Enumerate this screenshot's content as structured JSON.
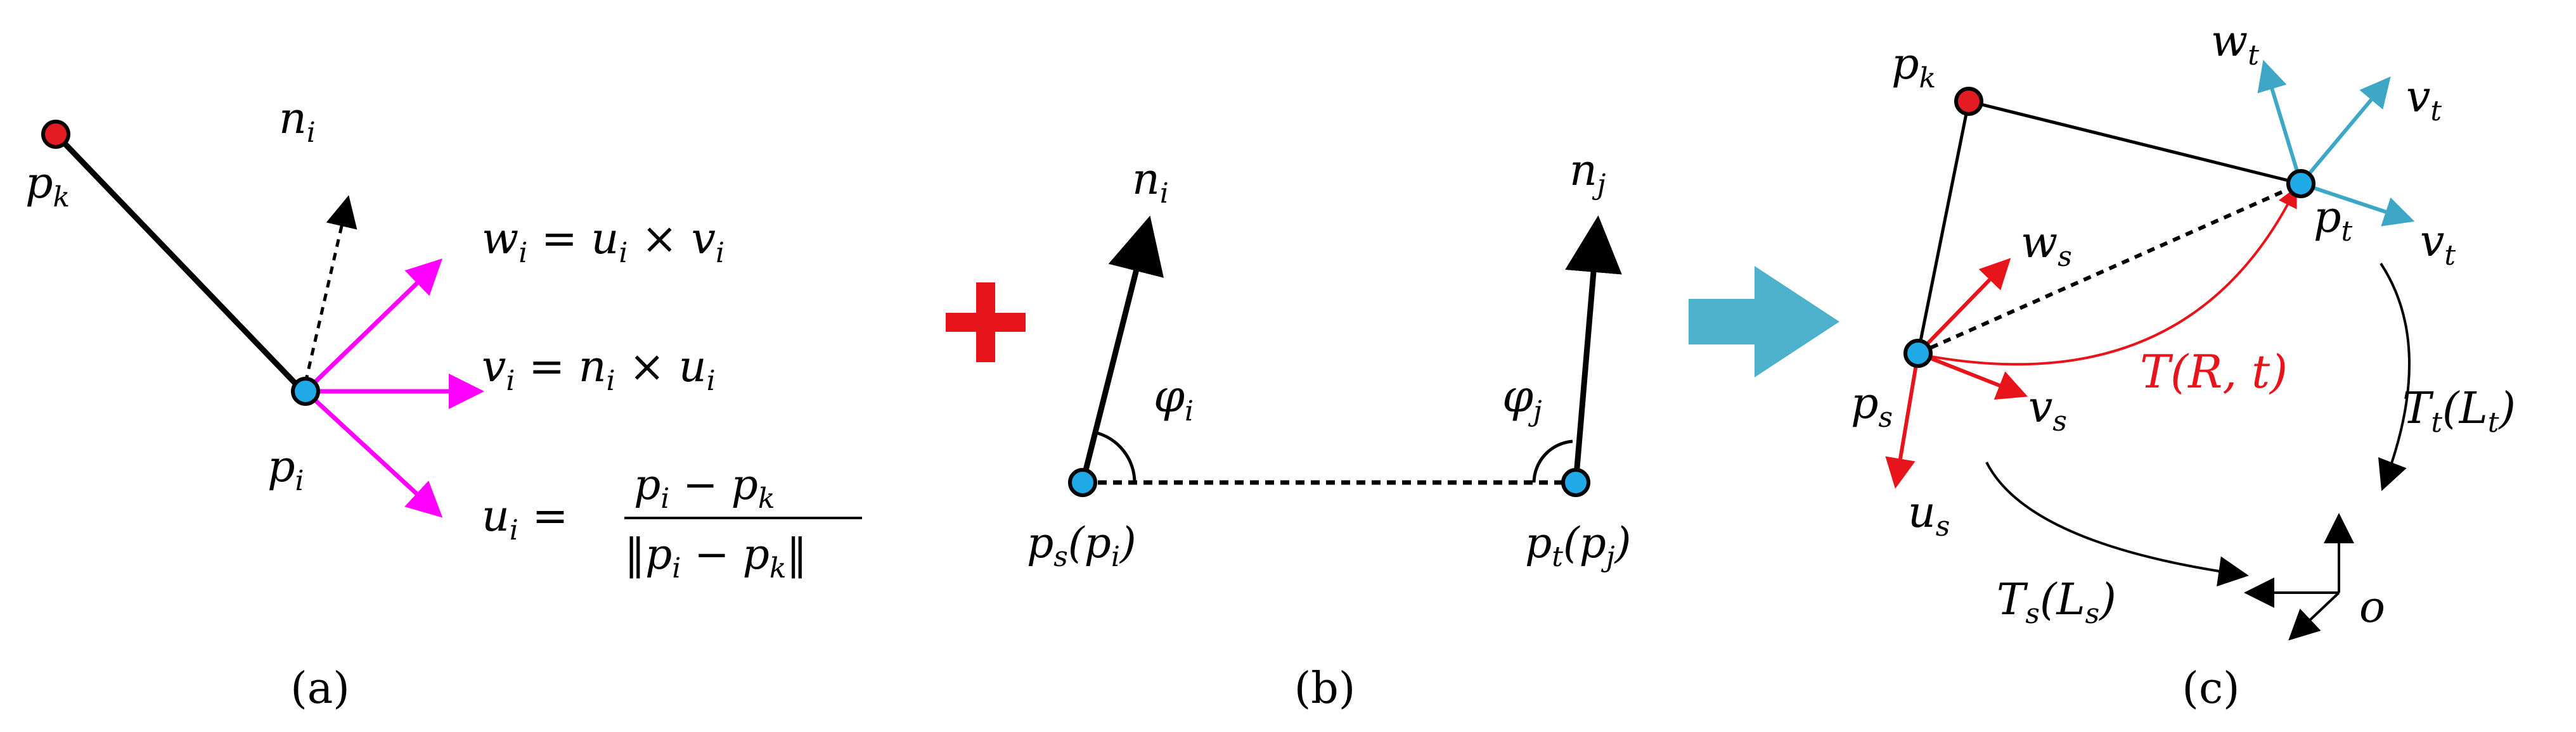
{
  "colors": {
    "black": "#000000",
    "magenta": "#ff00ff",
    "red": "#e8141c",
    "blue_point": "#1fa9e6",
    "red_point": "#e31b23",
    "teal_arrow": "#3fa7c6",
    "red_plus": "#e8141c"
  },
  "panel_a": {
    "pk": {
      "base": "p",
      "sub": "k"
    },
    "ni": {
      "base": "n",
      "sub": "i"
    },
    "pi": {
      "base": "p",
      "sub": "i"
    },
    "wi_eq": {
      "base": "w",
      "sub": "i",
      "rhs": " = u",
      "rhs_sub": "i",
      "op": " × v",
      "op_sub": "i"
    },
    "vi_eq": {
      "base": "v",
      "sub": "i",
      "rhs": " = n",
      "rhs_sub": "i",
      "op": " × u",
      "op_sub": "i"
    },
    "ui_eq": {
      "base": "u",
      "sub": "i",
      "equals": " = ",
      "num_a": "p",
      "num_a_sub": "i",
      "num_minus": " − p",
      "num_b_sub": "k",
      "den_open": "‖p",
      "den_a_sub": "i",
      "den_minus": " − p",
      "den_b_sub": "k",
      "den_close": "‖"
    },
    "caption": "(a)"
  },
  "plus_icon": "plus-icon",
  "panel_b": {
    "ni": {
      "base": "n",
      "sub": "i"
    },
    "nj": {
      "base": "n",
      "sub": "j"
    },
    "phi_i": {
      "base": "φ",
      "sub": "i"
    },
    "phi_j": {
      "base": "φ",
      "sub": "j"
    },
    "ps": {
      "base": "p",
      "sub": "s",
      "paren_open": "(p",
      "paren_sub": "i",
      "paren_close": ")"
    },
    "pt": {
      "base": "p",
      "sub": "t",
      "paren_open": "(p",
      "paren_sub": "j",
      "paren_close": ")"
    },
    "caption": "(b)"
  },
  "arrow_icon": "right-arrow-icon",
  "panel_c": {
    "pk": {
      "base": "p",
      "sub": "k"
    },
    "wt": {
      "base": "w",
      "sub": "t"
    },
    "vt1": {
      "base": "v",
      "sub": "t"
    },
    "vt2": {
      "base": "v",
      "sub": "t"
    },
    "pt": {
      "base": "p",
      "sub": "t"
    },
    "ws": {
      "base": "w",
      "sub": "s"
    },
    "ps": {
      "base": "p",
      "sub": "s"
    },
    "vs": {
      "base": "v",
      "sub": "s"
    },
    "us": {
      "base": "u",
      "sub": "s"
    },
    "transform": "T(R, t)",
    "Tt": {
      "base": "T",
      "sub": "t",
      "paren_open": "(L",
      "paren_sub": "t",
      "paren_close": ")"
    },
    "Ts": {
      "base": "T",
      "sub": "s",
      "paren_open": "(L",
      "paren_sub": "s",
      "paren_close": ")"
    },
    "origin": "o",
    "caption": "(c)"
  }
}
